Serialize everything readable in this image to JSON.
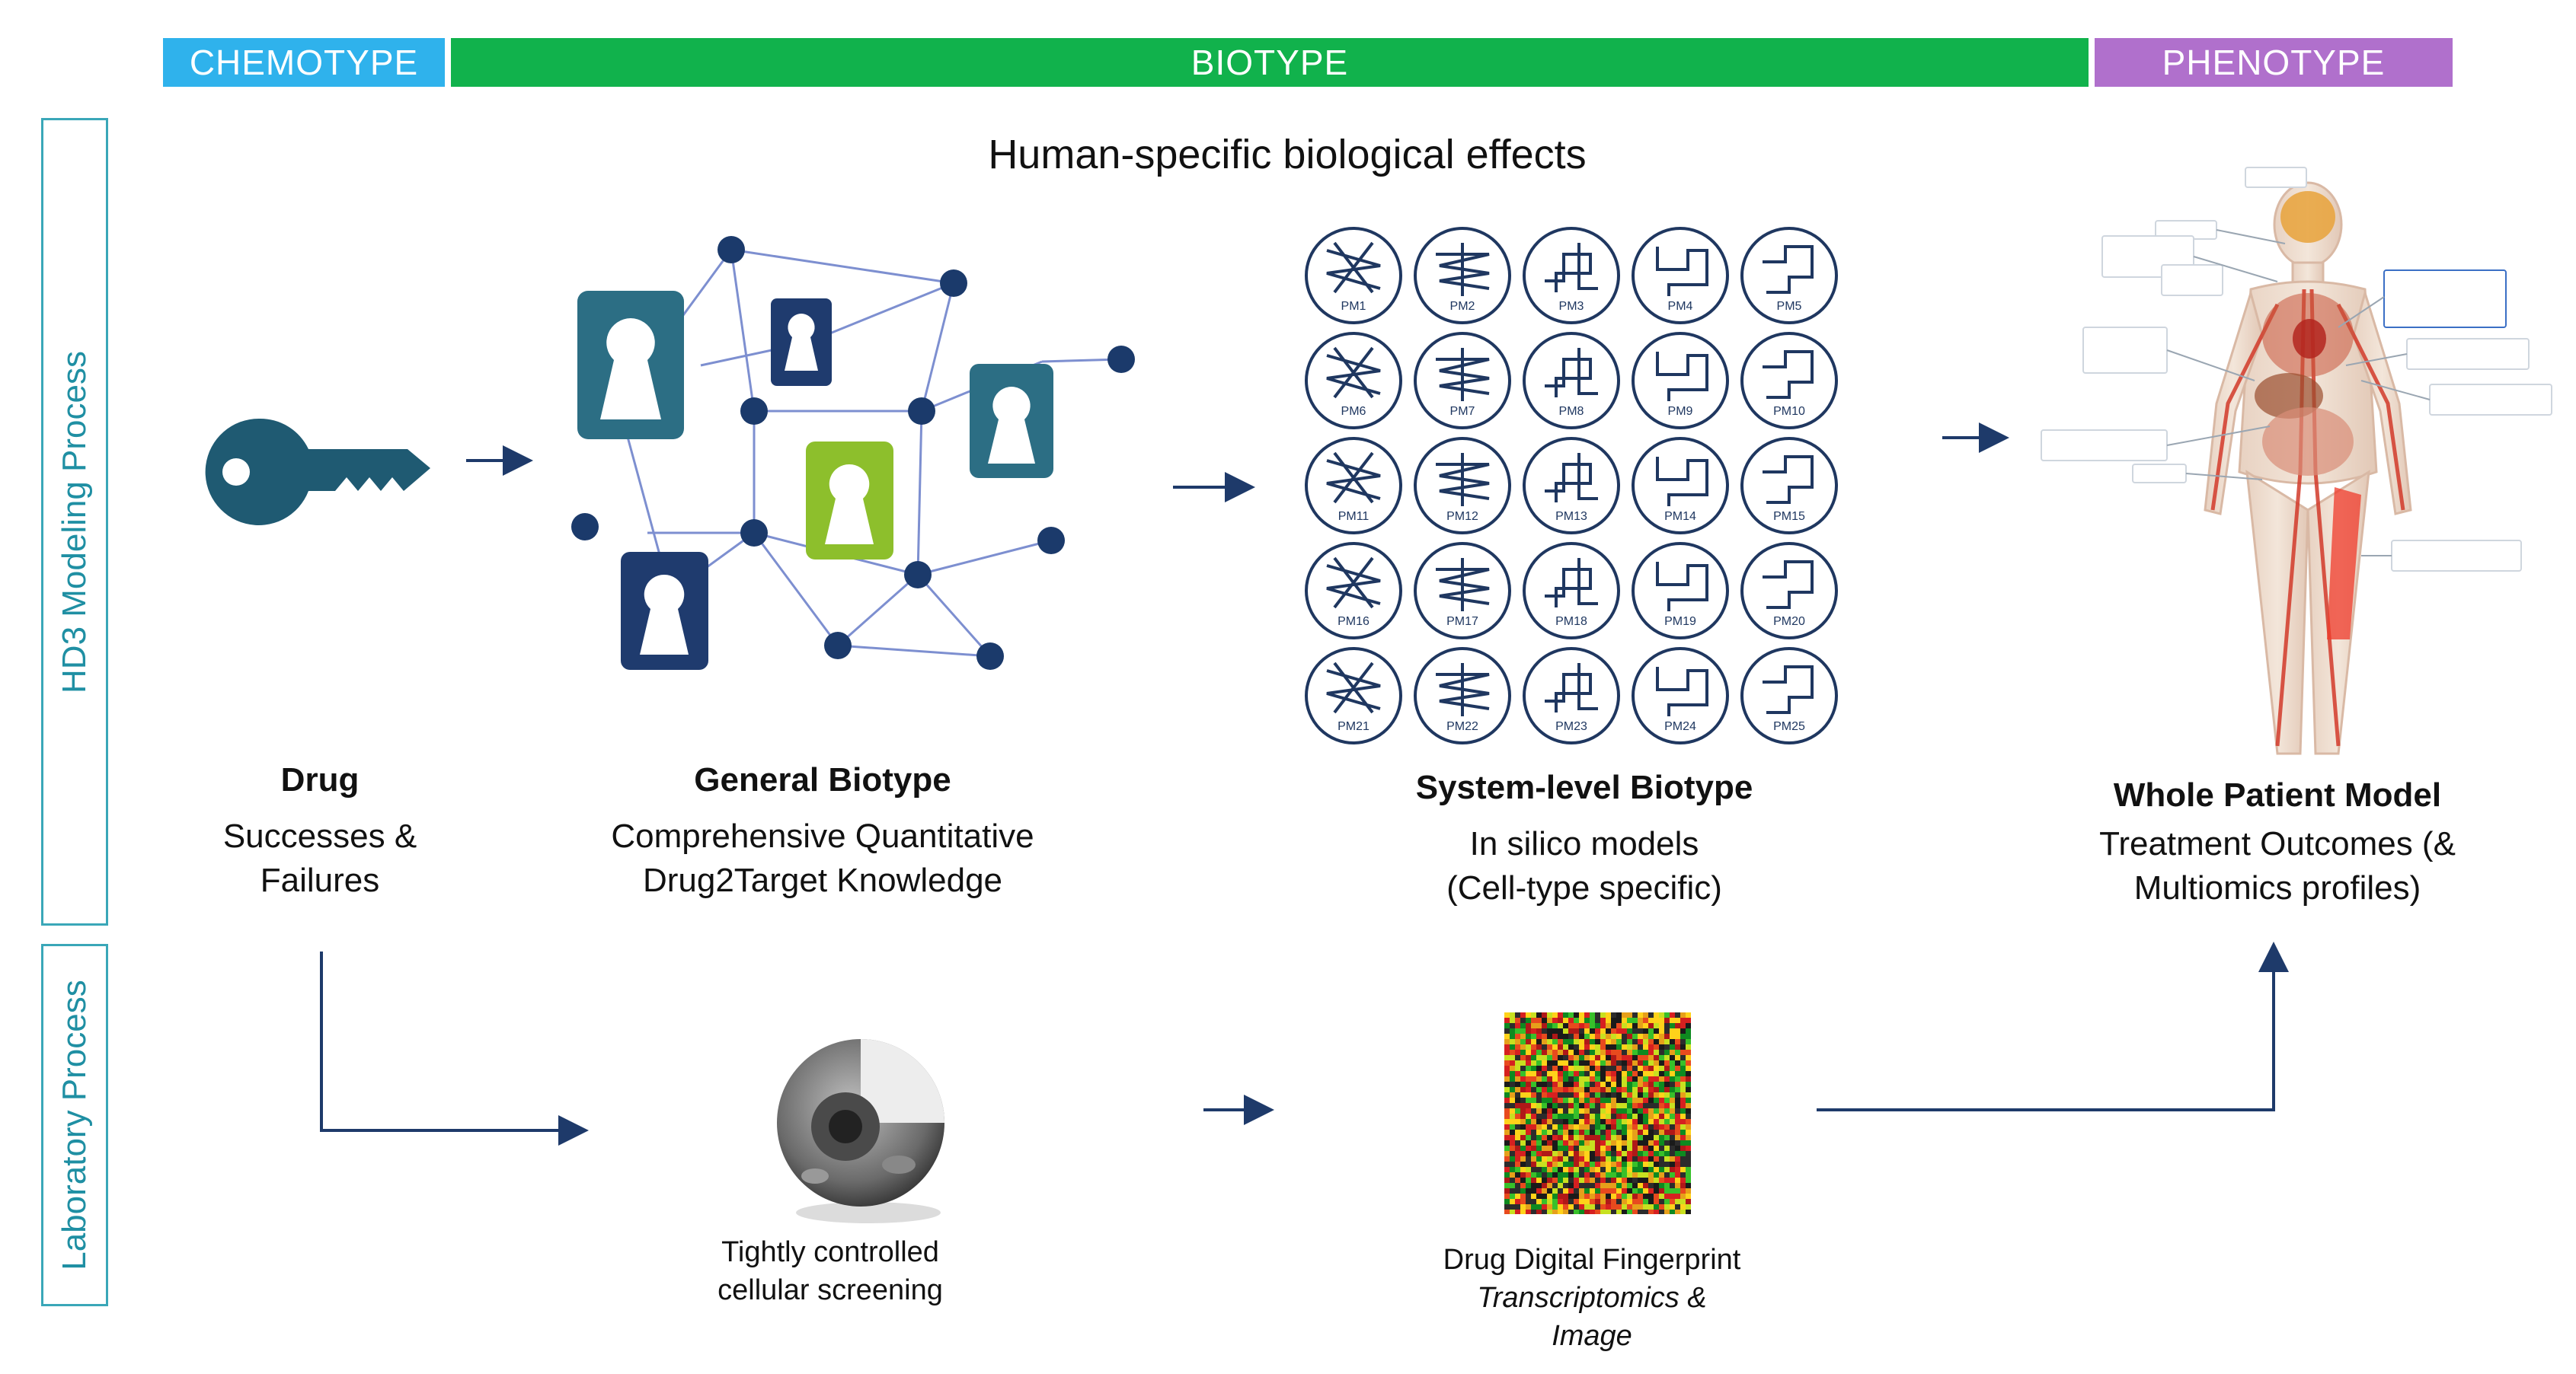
{
  "bands": {
    "chemotype": "CHEMOTYPE",
    "biotype": "BIOTYPE",
    "phenotype": "PHENOTYPE",
    "colors": {
      "chemotype": "#2fb2ec",
      "biotype": "#11b24c",
      "phenotype": "#b070cc"
    }
  },
  "side_labels": {
    "modeling": "HD3 Modeling Process",
    "laboratory": "Laboratory Process"
  },
  "header": "Human-specific biological effects",
  "drug": {
    "title": "Drug",
    "line1": "Successes &",
    "line2": "Failures",
    "icon": "key-icon"
  },
  "general_biotype": {
    "title": "General Biotype",
    "line1": "Comprehensive Quantitative",
    "line2": "Drug2Target Knowledge",
    "icon": "target-network-icon"
  },
  "system_biotype": {
    "title": "System-level Biotype",
    "line1": "In silico models",
    "line2": "(Cell-type specific)",
    "models": [
      "PM1",
      "PM2",
      "PM3",
      "PM4",
      "PM5",
      "PM6",
      "PM7",
      "PM8",
      "PM9",
      "PM10",
      "PM11",
      "PM12",
      "PM13",
      "PM14",
      "PM15",
      "PM16",
      "PM17",
      "PM18",
      "PM19",
      "PM20",
      "PM21",
      "PM22",
      "PM23",
      "PM24",
      "PM25"
    ]
  },
  "patient": {
    "title": "Whole Patient Model",
    "line1": "Treatment Outcomes (&",
    "line2": "Multiomics profiles)",
    "icon": "human-anatomy-icon"
  },
  "screening": {
    "line1": "Tightly controlled",
    "line2": "cellular screening",
    "icon": "cell-icon"
  },
  "fingerprint": {
    "line1": "Drug Digital Fingerprint",
    "line2": "Transcriptomics &",
    "line3": "Image",
    "icon": "heatmap-icon"
  },
  "colors": {
    "teal": "#2c6e84",
    "navy": "#1f3b6e",
    "green": "#8dbf2c",
    "arrow": "#1e3a6a"
  }
}
